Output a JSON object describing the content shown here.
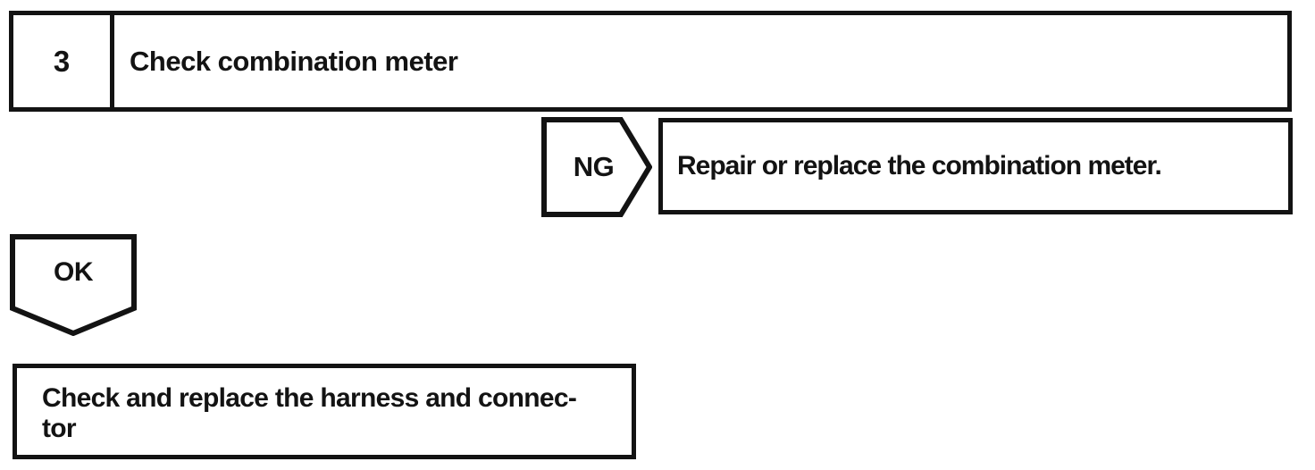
{
  "colors": {
    "ink": "#131313",
    "paper": "#ffffff"
  },
  "flowchart": {
    "step": {
      "number": "3",
      "title": "Check combination meter"
    },
    "ng": {
      "label": "NG",
      "action": "Repair or replace the combination meter."
    },
    "ok": {
      "label": "OK"
    },
    "result": {
      "lines": [
        "Check and replace the harness and connec-",
        "tor"
      ]
    }
  }
}
